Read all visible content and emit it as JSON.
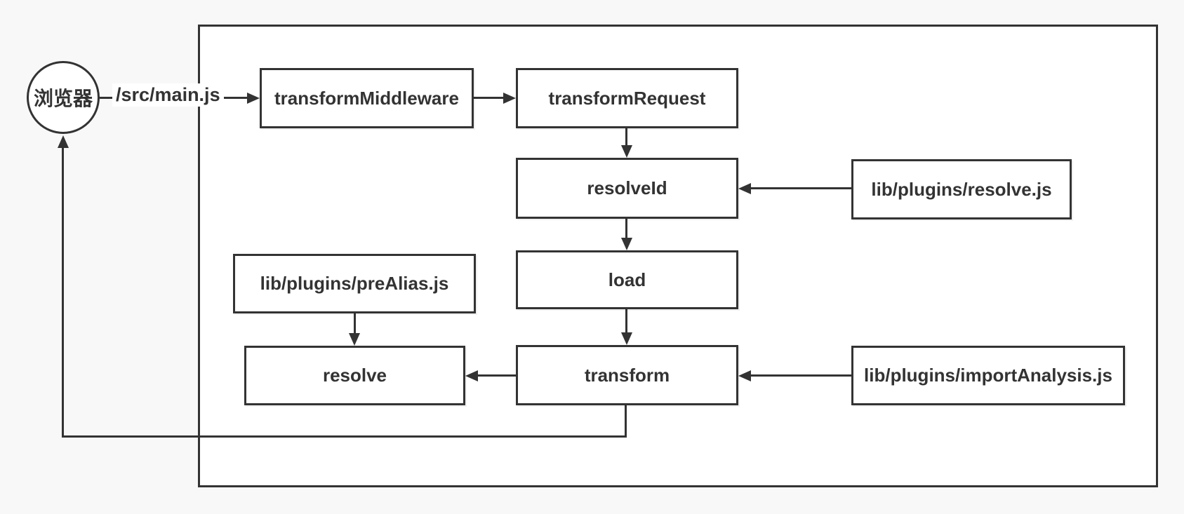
{
  "diagram": {
    "colors": {
      "line": "#333333",
      "background_outer": "#f8f8f8",
      "background_inner": "#ffffff"
    },
    "nodes": {
      "browser": {
        "label": "浏览器",
        "shape": "circle"
      },
      "transform_middleware": {
        "label": "transformMiddleware"
      },
      "transform_request": {
        "label": "transformRequest"
      },
      "resolve_id": {
        "label": "resolveId"
      },
      "lib_resolve": {
        "label": "lib/plugins/resolve.js"
      },
      "load": {
        "label": "load"
      },
      "lib_prealias": {
        "label": "lib/plugins/preAlias.js"
      },
      "resolve": {
        "label": "resolve"
      },
      "transform": {
        "label": "transform"
      },
      "lib_import_analysis": {
        "label": "lib/plugins/importAnalysis.js"
      }
    },
    "edges": [
      {
        "from": "browser",
        "to": "transform_middleware",
        "label": "/src/main.js"
      },
      {
        "from": "transform_middleware",
        "to": "transform_request"
      },
      {
        "from": "transform_request",
        "to": "resolve_id"
      },
      {
        "from": "lib_resolve",
        "to": "resolve_id"
      },
      {
        "from": "resolve_id",
        "to": "load"
      },
      {
        "from": "load",
        "to": "transform"
      },
      {
        "from": "lib_prealias",
        "to": "resolve"
      },
      {
        "from": "transform",
        "to": "resolve"
      },
      {
        "from": "lib_import_analysis",
        "to": "transform"
      },
      {
        "from": "transform",
        "to": "browser"
      }
    ]
  }
}
